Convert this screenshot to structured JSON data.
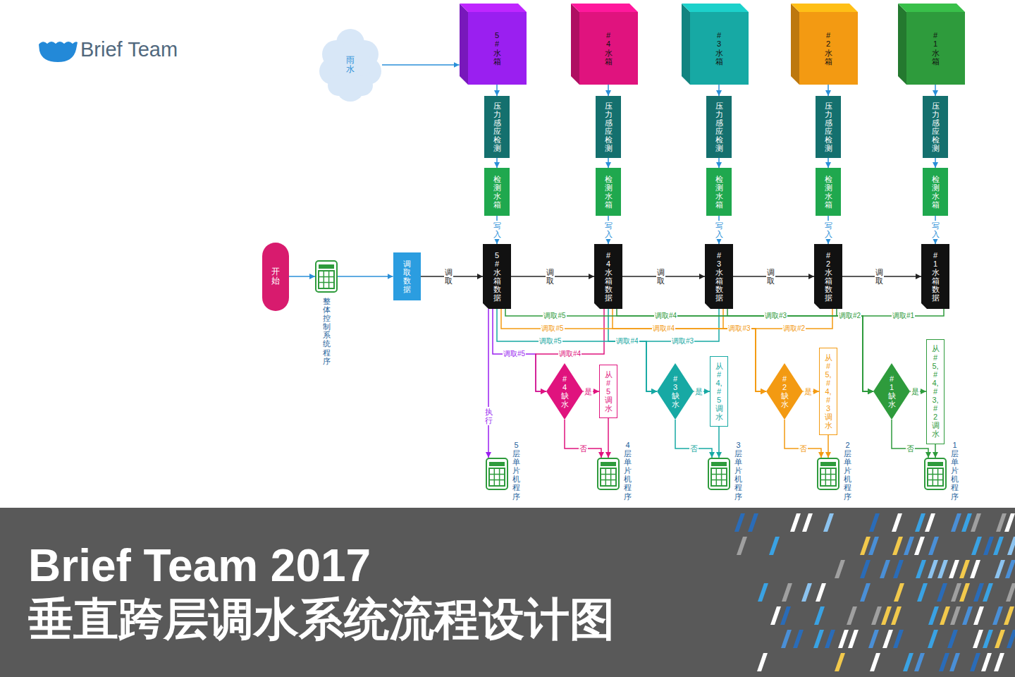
{
  "diagram": {
    "title": "Brief Team 2017 垂直跨层调水系统流程设计图",
    "nodes": [
      {
        "text": [
          "开始"
        ]
      },
      {
        "text": [
          "整体控制系统程序"
        ]
      },
      {
        "text": [
          "调取数据"
        ]
      },
      {
        "text": [
          "雨水"
        ]
      },
      {
        "text": [
          "5# 水箱"
        ]
      },
      {
        "text": [
          "#4 水箱"
        ]
      },
      {
        "text": [
          "#3 水箱"
        ]
      },
      {
        "text": [
          "#2 水箱"
        ]
      },
      {
        "text": [
          "#1 水箱"
        ]
      },
      {
        "text": [
          "压力感应检测"
        ]
      },
      {
        "text": [
          "压力感应检测"
        ]
      },
      {
        "text": [
          "压力感应检测"
        ]
      },
      {
        "text": [
          "压力感应检测"
        ]
      },
      {
        "text": [
          "压力感应检测"
        ]
      },
      {
        "text": [
          "检测水箱"
        ]
      },
      {
        "text": [
          "检测水箱"
        ]
      },
      {
        "text": [
          "检测水箱"
        ]
      },
      {
        "text": [
          "检测水箱"
        ]
      },
      {
        "text": [
          "检测水箱"
        ]
      },
      {
        "text": [
          "5#水箱数据"
        ]
      },
      {
        "text": [
          "#4水箱数据"
        ]
      },
      {
        "text": [
          "#3水箱数据"
        ]
      },
      {
        "text": [
          "#2水箱数据"
        ]
      },
      {
        "text": [
          "#1水箱数据"
        ]
      },
      {
        "text": [
          "#4缺水"
        ]
      },
      {
        "text": [
          "从#5调水"
        ]
      },
      {
        "text": [
          "#3缺水"
        ]
      },
      {
        "text": [
          "从#4, #5调水"
        ]
      },
      {
        "text": [
          "#2缺水"
        ]
      },
      {
        "text": [
          "从#5, #4, #3调水"
        ]
      },
      {
        "text": [
          "#1缺水"
        ]
      },
      {
        "text": [
          "从#5, #4, #3, #2调水"
        ]
      },
      {
        "text": [
          "5层 单片机程序"
        ]
      },
      {
        "text": [
          "4层 单片机程序"
        ]
      },
      {
        "text": [
          "3层 单片机程序"
        ]
      },
      {
        "text": [
          "2层 单片机程序"
        ]
      },
      {
        "text": [
          "1层 单片机程序"
        ]
      }
    ],
    "edges": [
      {
        "from": 0,
        "to": 1,
        "arrow": "to"
      },
      {
        "from": 1,
        "to": 2,
        "arrow": "to"
      },
      {
        "from": 2,
        "to": 19,
        "label": "调取",
        "arrow": "to"
      },
      {
        "from": 19,
        "to": 20,
        "label": "调取",
        "arrow": "to"
      },
      {
        "from": 20,
        "to": 21,
        "label": "调取",
        "arrow": "to"
      },
      {
        "from": 21,
        "to": 22,
        "label": "调取",
        "arrow": "to"
      },
      {
        "from": 22,
        "to": 23,
        "label": "调取",
        "arrow": "to"
      },
      {
        "from": 3,
        "to": 4,
        "arrow": "to"
      },
      {
        "from": 4,
        "to": 9,
        "arrow": "to"
      },
      {
        "from": 5,
        "to": 10,
        "arrow": "to"
      },
      {
        "from": 6,
        "to": 11,
        "arrow": "to"
      },
      {
        "from": 7,
        "to": 12,
        "arrow": "to"
      },
      {
        "from": 8,
        "to": 13,
        "arrow": "to"
      },
      {
        "from": 9,
        "to": 14,
        "arrow": "to"
      },
      {
        "from": 10,
        "to": 15,
        "arrow": "to"
      },
      {
        "from": 11,
        "to": 16,
        "arrow": "to"
      },
      {
        "from": 12,
        "to": 17,
        "arrow": "to"
      },
      {
        "from": 13,
        "to": 18,
        "arrow": "to"
      },
      {
        "from": 14,
        "to": 19,
        "label": "写入",
        "arrow": "to"
      },
      {
        "from": 15,
        "to": 20,
        "label": "写入",
        "arrow": "to"
      },
      {
        "from": 16,
        "to": 21,
        "label": "写入",
        "arrow": "to"
      },
      {
        "from": 17,
        "to": 22,
        "label": "写入",
        "arrow": "to"
      },
      {
        "from": 18,
        "to": 23,
        "label": "写入",
        "arrow": "to"
      },
      {
        "from": 19,
        "to": 32,
        "label": "执行",
        "arrow": "to"
      },
      {
        "from": 19,
        "to": 24,
        "label": "调取#5",
        "arrow": "to"
      },
      {
        "from": 20,
        "to": 24,
        "label": "调取#4",
        "arrow": "to"
      },
      {
        "from": 19,
        "to": 26,
        "label": "调取#5",
        "arrow": "to"
      },
      {
        "from": 20,
        "to": 26,
        "label": "调取#4",
        "arrow": "to"
      },
      {
        "from": 21,
        "to": 26,
        "label": "调取#3",
        "arrow": "to"
      },
      {
        "from": 19,
        "to": 28,
        "label": "调取#5",
        "arrow": "to"
      },
      {
        "from": 20,
        "to": 28,
        "label": "调取#4",
        "arrow": "to"
      },
      {
        "from": 21,
        "to": 28,
        "label": "调取#3",
        "arrow": "to"
      },
      {
        "from": 22,
        "to": 28,
        "label": "调取#2",
        "arrow": "to"
      },
      {
        "from": 19,
        "to": 30,
        "label": "调取#5",
        "arrow": "to"
      },
      {
        "from": 20,
        "to": 30,
        "label": "调取#4",
        "arrow": "to"
      },
      {
        "from": 21,
        "to": 30,
        "label": "调取#3",
        "arrow": "to"
      },
      {
        "from": 22,
        "to": 30,
        "label": "调取#2",
        "arrow": "to"
      },
      {
        "from": 23,
        "to": 30,
        "label": "调取#1",
        "arrow": "to"
      },
      {
        "from": 24,
        "to": 25,
        "label": "是",
        "arrow": "to"
      },
      {
        "from": 24,
        "to": 33,
        "label": "否",
        "arrow": "to"
      },
      {
        "from": 25,
        "to": 33,
        "arrow": "to"
      },
      {
        "from": 26,
        "to": 27,
        "label": "是",
        "arrow": "to"
      },
      {
        "from": 26,
        "to": 34,
        "label": "否",
        "arrow": "to"
      },
      {
        "from": 27,
        "to": 34,
        "arrow": "to"
      },
      {
        "from": 28,
        "to": 29,
        "label": "是",
        "arrow": "to"
      },
      {
        "from": 28,
        "to": 35,
        "label": "否",
        "arrow": "to"
      },
      {
        "from": 29,
        "to": 35,
        "arrow": "to"
      },
      {
        "from": 30,
        "to": 31,
        "label": "是",
        "arrow": "to"
      },
      {
        "from": 30,
        "to": 36,
        "label": "否",
        "arrow": "to"
      },
      {
        "from": 31,
        "to": 36,
        "arrow": "to"
      }
    ],
    "labels": [
      "Brief Team"
    ]
  }
}
